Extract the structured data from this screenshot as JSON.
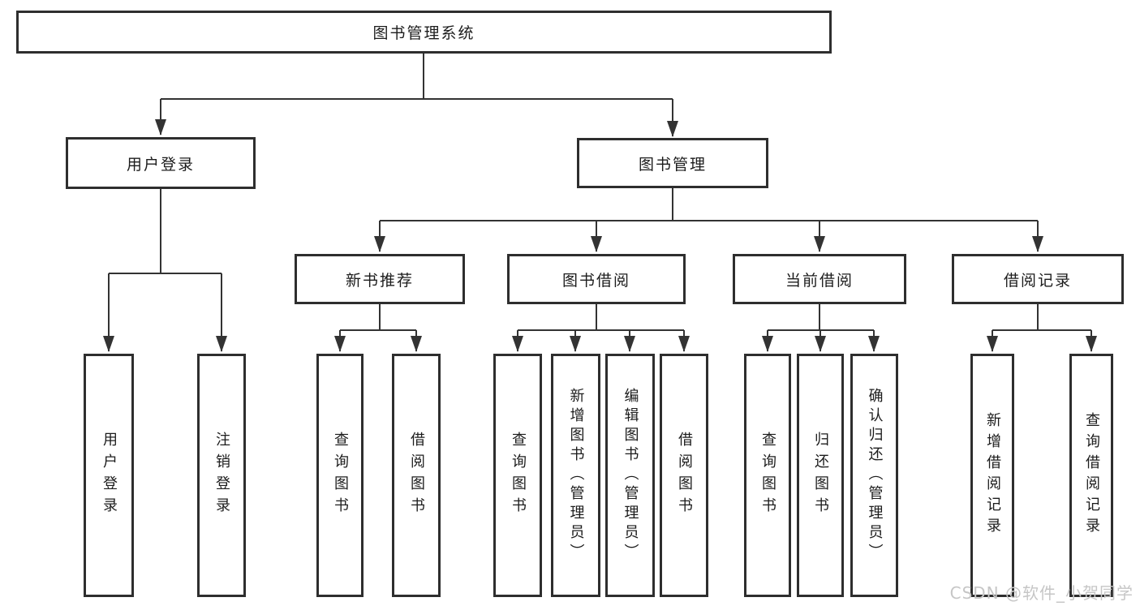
{
  "tree": {
    "root": {
      "label": "图书管理系统"
    },
    "level2": [
      {
        "label": "用户登录",
        "children": [
          {
            "label": "用户登录"
          },
          {
            "label": "注销登录"
          }
        ]
      },
      {
        "label": "图书管理",
        "children": [
          {
            "label": "新书推荐",
            "children": [
              {
                "label": "查询图书"
              },
              {
                "label": "借阅图书"
              }
            ]
          },
          {
            "label": "图书借阅",
            "children": [
              {
                "label": "查询图书"
              },
              {
                "label": "新增图书（管理员）"
              },
              {
                "label": "编辑图书（管理员）"
              },
              {
                "label": "借阅图书"
              }
            ]
          },
          {
            "label": "当前借阅",
            "children": [
              {
                "label": "查询图书"
              },
              {
                "label": "归还图书"
              },
              {
                "label": "确认归还（管理员）"
              }
            ]
          },
          {
            "label": "借阅记录",
            "children": [
              {
                "label": "新增借阅记录"
              },
              {
                "label": "查询借阅记录"
              }
            ]
          }
        ]
      }
    ]
  },
  "watermark": "CSDN @软件_小贺同学",
  "colors": {
    "line": "#333333",
    "box_border": "#2e2e2e",
    "text": "#1c1c1c",
    "watermark": "#c6c6c6",
    "background": "#ffffff"
  }
}
